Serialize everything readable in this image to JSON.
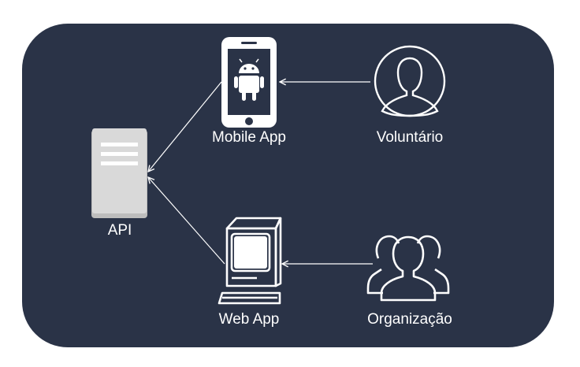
{
  "nodes": {
    "api": {
      "label": "API"
    },
    "mobile_app": {
      "label": "Mobile App"
    },
    "web_app": {
      "label": "Web App"
    },
    "voluntario": {
      "label": "Voluntário"
    },
    "organizacao": {
      "label": "Organização"
    }
  },
  "edges": [
    {
      "from": "voluntario",
      "to": "mobile_app"
    },
    {
      "from": "organizacao",
      "to": "web_app"
    },
    {
      "from": "mobile_app",
      "to": "api"
    },
    {
      "from": "web_app",
      "to": "api"
    }
  ],
  "colors": {
    "panel": "#2a3347",
    "stroke": "#ffffff",
    "server": "#d9d9d9"
  },
  "icons": [
    "server-icon",
    "android-phone-icon",
    "desktop-computer-icon",
    "user-icon",
    "users-group-icon"
  ]
}
